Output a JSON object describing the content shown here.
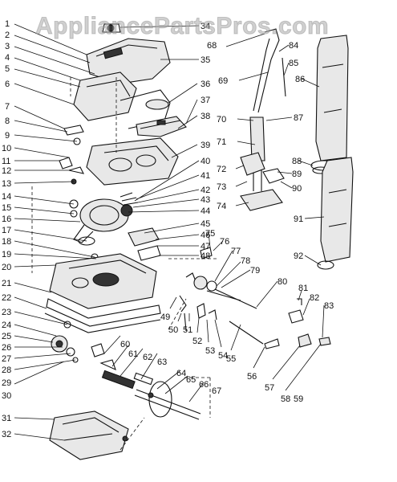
{
  "watermark": "AppliancePartsPros.com",
  "callouts": {
    "c1": "1",
    "c2": "2",
    "c3": "3",
    "c4": "4",
    "c5": "5",
    "c6": "6",
    "c7": "7",
    "c8": "8",
    "c9": "9",
    "c10": "10",
    "c11": "11",
    "c12": "12",
    "c13": "13",
    "c14": "14",
    "c15": "15",
    "c16": "16",
    "c17": "17",
    "c18": "18",
    "c19": "19",
    "c20": "20",
    "c21": "21",
    "c22": "22",
    "c23": "23",
    "c24": "24",
    "c25": "25",
    "c26": "26",
    "c27": "27",
    "c28": "28",
    "c29": "29",
    "c30": "30",
    "c31": "31",
    "c32": "32",
    "c34": "34",
    "c35": "35",
    "c36": "36",
    "c37": "37",
    "c38": "38",
    "c39": "39",
    "c40": "40",
    "c41": "41",
    "c42": "42",
    "c43": "43",
    "c44": "44",
    "c45": "45",
    "c46": "46",
    "c47": "47",
    "c48": "48",
    "c49": "49",
    "c50": "50",
    "c51": "51",
    "c52": "52",
    "c53": "53",
    "c54": "54",
    "c55": "55",
    "c56": "56",
    "c57": "57",
    "c58": "58",
    "c59": "59",
    "c60": "60",
    "c61": "61",
    "c62": "62",
    "c63": "63",
    "c64": "64",
    "c65": "65",
    "c66": "66",
    "c67": "67",
    "c68": "68",
    "c69": "69",
    "c70": "70",
    "c71": "71",
    "c72": "72",
    "c73": "73",
    "c74": "74",
    "c75": "75",
    "c76": "76",
    "c77": "77",
    "c78": "78",
    "c79": "79",
    "c80": "80",
    "c81": "81",
    "c82": "82",
    "c83": "83",
    "c84": "84",
    "c85": "85",
    "c86": "86",
    "c87": "87",
    "c88": "88",
    "c89": "89",
    "c90": "90",
    "c91": "91",
    "c92": "92"
  }
}
